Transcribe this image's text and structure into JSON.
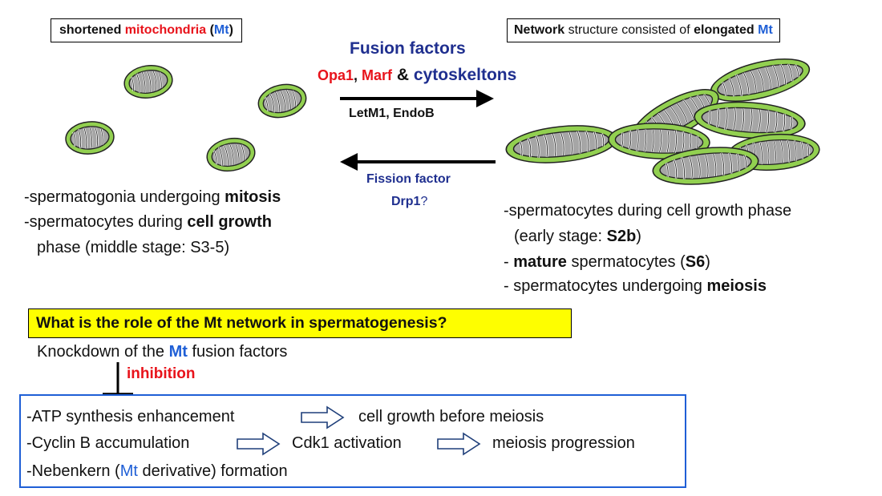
{
  "left_box": {
    "pre": "shortened ",
    "mid": "mitochondria",
    "open": " (",
    "mt": "Mt",
    "close": ")"
  },
  "right_box": {
    "w1": "Network",
    "w2": " structure consisted of ",
    "w3": "elongated",
    "sp": " ",
    "mt": "Mt"
  },
  "fusion": {
    "title": "Fusion factors",
    "opa1": "Opa1",
    "comma": ", ",
    "marf": "Marf",
    "amp": " & ",
    "cyto": "cytoskeltons",
    "line3": "LetM1, EndoB"
  },
  "fission": {
    "line1": "Fission factor",
    "drp1": "Drp1",
    "q": "?"
  },
  "left_text": {
    "l1_pre": "-spermatogonia undergoing ",
    "l1_b": "mitosis",
    "l2_pre": "-spermatocytes during ",
    "l2_b": "cell growth",
    "l3": "phase (middle stage: S3-5)"
  },
  "right_text": {
    "l1": "-spermatocytes during cell growth phase",
    "l2_pre": "(early stage: ",
    "l2_b": "S2b",
    "l2_post": ")",
    "l3_pre": "- ",
    "l3_b1": "mature",
    "l3_mid": " spermatocytes (",
    "l3_b2": "S6",
    "l3_post": ")",
    "l4_pre": "- spermatocytes undergoing ",
    "l4_b": "meiosis"
  },
  "question": "What is the role of the Mt network in spermatogenesis?",
  "knockdown": {
    "pre": "Knockdown of the ",
    "mt": "Mt",
    "post": " fusion factors"
  },
  "inhibition": "inhibition",
  "effects": {
    "r1a": "-ATP synthesis enhancement",
    "r1b": "cell growth before meiosis",
    "r2a": "-Cyclin B accumulation",
    "r2b": "Cdk1 activation",
    "r2c": "meiosis progression",
    "r3_pre": "-Nebenkern (",
    "r3_mt": "Mt",
    "r3_post": " derivative) formation"
  },
  "colors": {
    "red": "#e8131b",
    "blue": "#1f5fd6",
    "navy": "#1f2f8f",
    "mito_fill": "#92d050",
    "cristae_fill": "#a6a6a6",
    "question_bg": "#fefe00"
  },
  "icons": [
    "mitochondrion-icon",
    "right-arrow-icon",
    "left-arrow-icon",
    "inhibition-icon",
    "hollow-arrow-icon"
  ]
}
